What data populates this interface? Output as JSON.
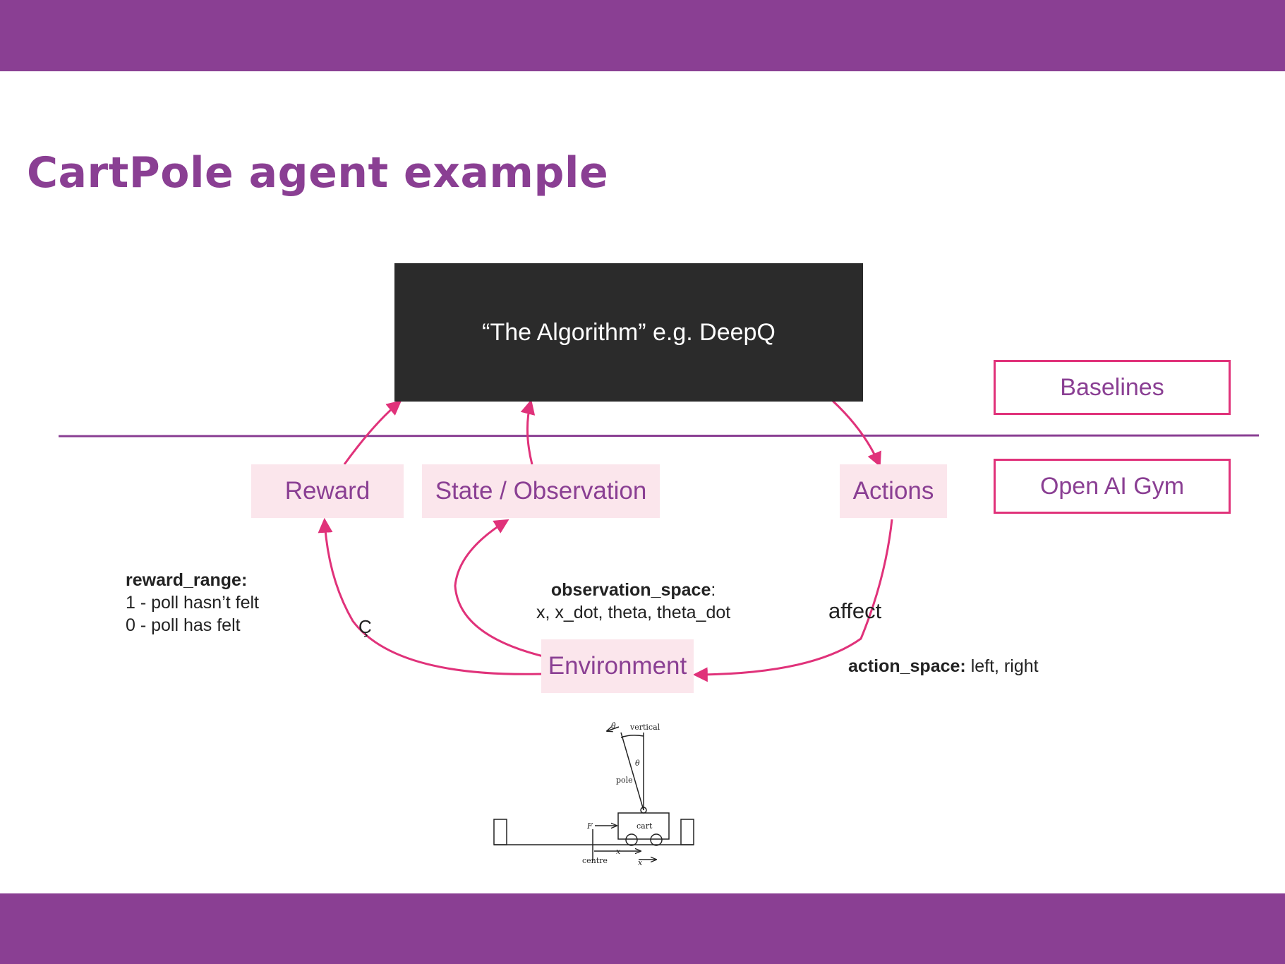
{
  "slide": {
    "title": "CartPole agent example",
    "colors": {
      "brand": "#8a3f93",
      "accent": "#e0327a",
      "tag_fill": "#fbe6ec",
      "box_fill": "#2b2b2b"
    }
  },
  "diagram": {
    "algorithm_label": "“The Algorithm” e.g. DeepQ",
    "reward_label": "Reward",
    "state_label": "State / Observation",
    "actions_label": "Actions",
    "environment_label": "Environment",
    "baselines_label": "Baselines",
    "gym_label": "Open AI Gym",
    "affect_label": "affect",
    "reward_edge_label": "Ç"
  },
  "notes": {
    "reward_range_key": "reward_range:",
    "reward_range_line1": "1 - poll hasn’t felt",
    "reward_range_line2": "0 - poll has felt",
    "observation_space_key": "observation_space",
    "observation_space_colon": ":",
    "observation_space_values": "x, x_dot, theta, theta_dot",
    "action_space_key": "action_space:",
    "action_space_values": " left, right"
  },
  "cartpole_figure": {
    "vertical": "vertical",
    "theta": "θ",
    "theta_dot": "θ̇",
    "pole": "pole",
    "cart": "cart",
    "force": "F",
    "x": "x",
    "x_dot": "ẋ",
    "centre": "centre"
  }
}
